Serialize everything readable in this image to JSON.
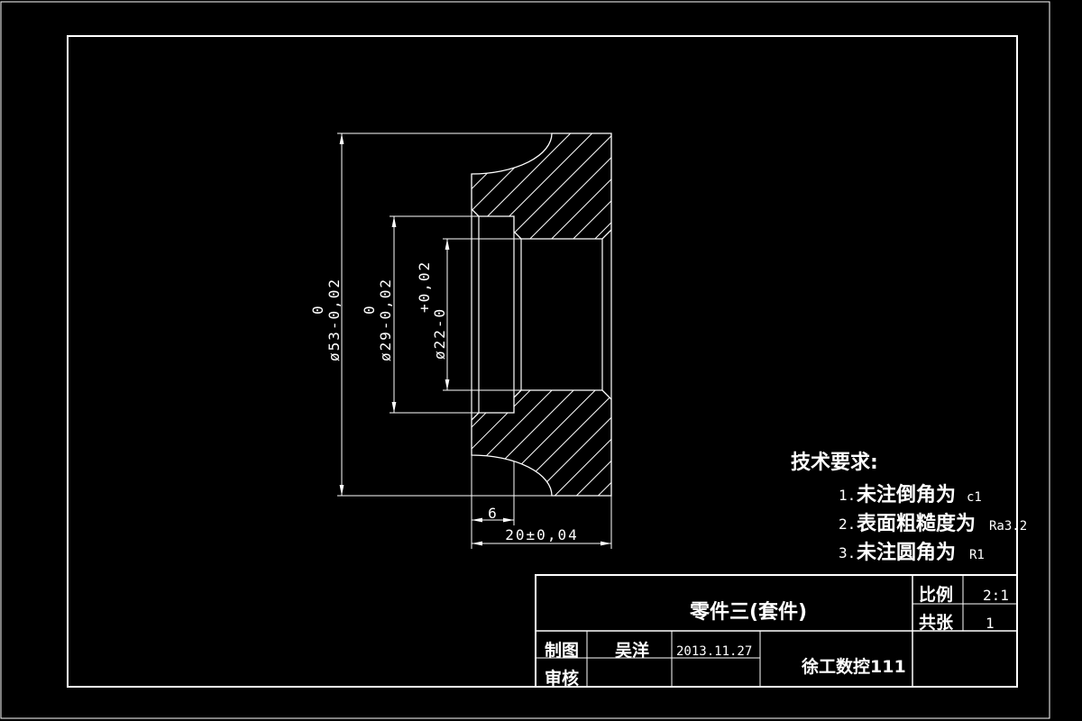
{
  "colors": {
    "background": "#000000",
    "line": "#ffffff"
  },
  "part_drawing": {
    "dim_d53": {
      "upper_tolerance": "0",
      "label": "ø53-0,02"
    },
    "dim_d29": {
      "upper_tolerance": "0",
      "label": "ø29-0,02"
    },
    "dim_d22": {
      "upper_tolerance": "+0,02",
      "label": "ø22-0"
    },
    "dim_step_length": "6",
    "dim_total_length": "20±0,04"
  },
  "technical_requirements": {
    "heading": "技术要求:",
    "items": [
      {
        "index": "1.",
        "text": "未注倒角为",
        "value": "c1"
      },
      {
        "index": "2.",
        "text": "表面粗糙度为",
        "value": "Ra3.2"
      },
      {
        "index": "3.",
        "text": "未注圆角为",
        "value": "R1"
      }
    ]
  },
  "title_block": {
    "part_name": "零件三(套件)",
    "scale_label": "比例",
    "scale_value": "2:1",
    "sheet_label": "共张",
    "sheet_value": "1",
    "drawn_label": "制图",
    "drawn_by": "吴洋",
    "drawn_date": "2013.11.27",
    "checked_label": "审核",
    "organization": "徐工数控111"
  }
}
